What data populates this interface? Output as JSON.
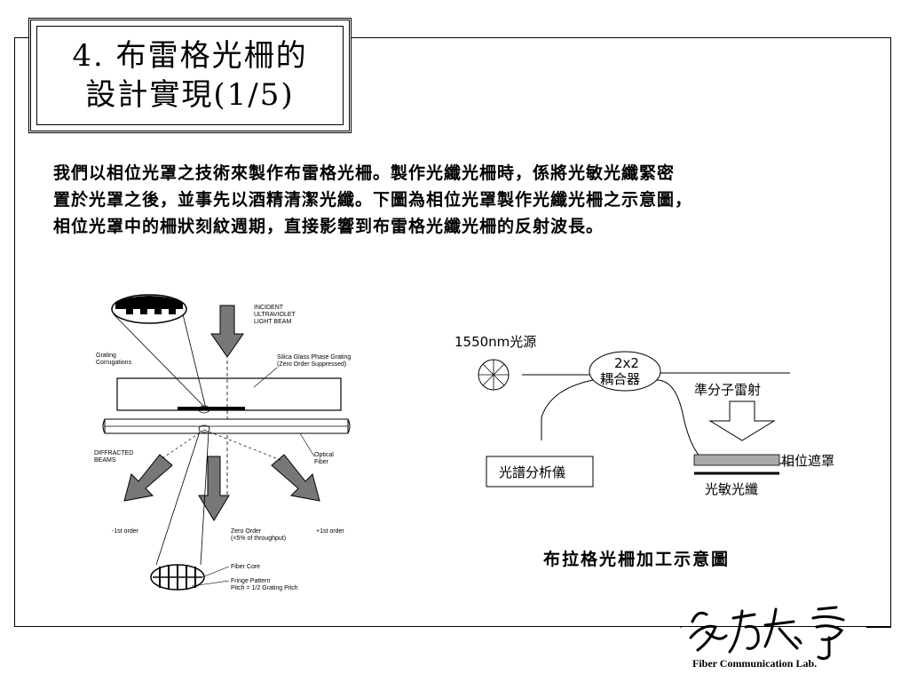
{
  "title": {
    "line1": "4. 布雷格光柵的",
    "line2": "設計實現(1/5)"
  },
  "intro": {
    "line1": "我們以相位光罩之技術來製作布雷格光柵。製作光纖光柵時，係將光敏光纖緊密",
    "line2": "置於光罩之後，並事先以酒精清潔光纖。下圖為相位光罩製作光纖光柵之示意圖，",
    "line3": "相位光罩中的柵狀刻紋週期，直接影響到布雷格光纖光柵的反射波長。"
  },
  "figure_left": {
    "incident": [
      "INCIDENT",
      "ULTRAVIOLET",
      "LIGHT BEAM"
    ],
    "grating_corrugations": [
      "Grating",
      "Corrugations"
    ],
    "silica": [
      "Silica Glass Phase Grating",
      "(Zero Order Suppressed)"
    ],
    "diffracted": [
      "DIFFRACTED",
      "BEAMS"
    ],
    "optical_fiber": [
      "Optical",
      "Fiber"
    ],
    "minus_first": "-1st order",
    "zero_order": [
      "Zero Order",
      "(<5% of throughput)"
    ],
    "plus_first": "+1st order",
    "fiber_core": "Fiber Core",
    "fringe": [
      "Fringe Pattern",
      "Pitch = 1/2 Grating Pitch"
    ]
  },
  "figure_right": {
    "source": "1550nm光源",
    "coupler_line1": "2x2",
    "coupler_line2": "耦合器",
    "laser": "準分子雷射",
    "osa": "光譜分析儀",
    "mask": "相位遮罩",
    "fiber": "光敏光纖"
  },
  "caption": "布拉格光柵加工示意圖",
  "footer": {
    "logo_text": "成功大學",
    "lab": "Fiber Communication Lab."
  }
}
